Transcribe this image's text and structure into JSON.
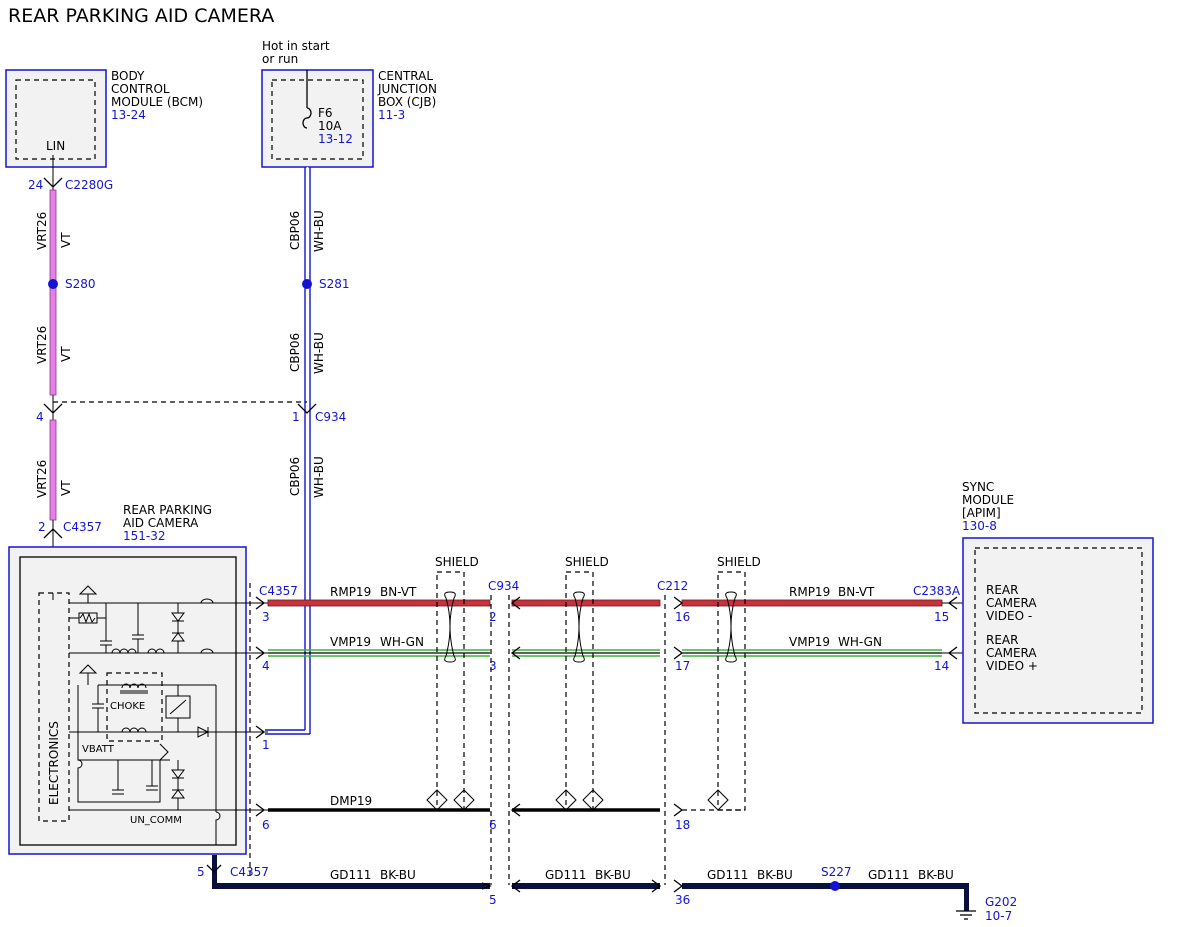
{
  "title": "REAR PARKING AID CAMERA",
  "colors": {
    "blue_label": "#1414d2",
    "violet_wire": "#e67fe6",
    "red_wire": "#c8323c",
    "green_wire": "#3cb43c",
    "blue_wire": "#1414d2",
    "dark_wire": "#0a0f3c"
  },
  "bcm": {
    "name_lines": [
      "BODY",
      "CONTROL",
      "MODULE (BCM)"
    ],
    "ref": "13-24",
    "pin_label": "LIN"
  },
  "cjb": {
    "note_lines": [
      "Hot in start",
      "or run"
    ],
    "name_lines": [
      "CENTRAL",
      "JUNCTION",
      "BOX (CJB)"
    ],
    "ref": "11-3",
    "fuse_name": "F6",
    "fuse_rating": "10A",
    "fuse_ref": "13-12"
  },
  "camera": {
    "name_lines": [
      "REAR PARKING",
      "AID CAMERA"
    ],
    "ref": "151-32",
    "electronics": "ELECTRONICS",
    "choke": "CHOKE",
    "vbatt": "VBATT",
    "un_comm": "UN_COMM"
  },
  "sync": {
    "name_lines": [
      "SYNC",
      "MODULE",
      "[APIM]"
    ],
    "ref": "130-8",
    "pin_minus_lines": [
      "REAR",
      "CAMERA",
      "VIDEO -"
    ],
    "pin_plus_lines": [
      "REAR",
      "CAMERA",
      "VIDEO +"
    ]
  },
  "connectors": {
    "c2280g": "C2280G",
    "c2280g_pin": "24",
    "c934_top": "C934",
    "c934_top_left_pin": "4",
    "c934_top_pin": "1",
    "c4357_top": "C4357",
    "c4357_top_pin": "2",
    "c4357_mid": "C4357",
    "c4357_pins": [
      "3",
      "4",
      "1",
      "6"
    ],
    "c934_mid": "C934",
    "c934_pins": [
      "2",
      "3",
      "6",
      "5"
    ],
    "c212": "C212",
    "c212_pins": [
      "16",
      "17",
      "18",
      "36"
    ],
    "c2383a": "C2383A",
    "c2383a_pins": [
      "15",
      "14"
    ],
    "c4357_bot": "C4357",
    "c4357_bot_pin": "5"
  },
  "splices": {
    "s280": "S280",
    "s281": "S281",
    "s227": "S227"
  },
  "ground": {
    "name": "G202",
    "ref": "10-7"
  },
  "shield_label": "SHIELD",
  "wires": {
    "vrt26": {
      "circuit": "VRT26",
      "color": "VT"
    },
    "cbp06": {
      "circuit": "CBP06",
      "color": "WH-BU"
    },
    "rmp19": {
      "circuit": "RMP19",
      "color": "BN-VT"
    },
    "vmp19": {
      "circuit": "VMP19",
      "color": "WH-GN"
    },
    "dmp19": {
      "circuit": "DMP19"
    },
    "gd111": {
      "circuit": "GD111",
      "color": "BK-BU"
    }
  }
}
